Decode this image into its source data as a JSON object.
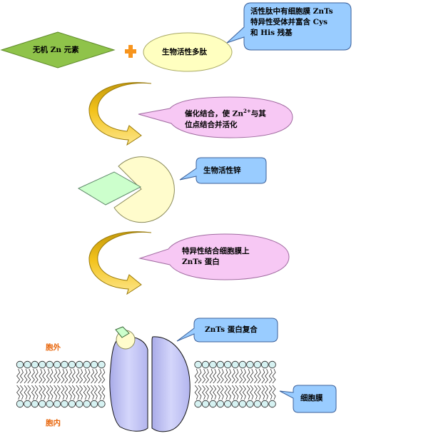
{
  "inorganic_zinc": "无机 Zn 元素",
  "bioactive_peptide": "生物活性多肽",
  "callout_peptide": {
    "line1": "活性肽中有细胞膜 ZnTs",
    "line2": "特异性受体并富含 Cys",
    "line3": "和 His 残基"
  },
  "callout_catalysis": {
    "line1_pre": "催化结合，使 Zn",
    "line1_sup": "2+",
    "line1_post": "与其",
    "line2": "位点结合并活化"
  },
  "bioactive_zinc": "生物活性锌",
  "callout_binding": {
    "line1": "特异性结合细胞膜上",
    "line2": "ZnTs 蛋白"
  },
  "znts_complex": "ZnTs 蛋白复合",
  "cell_membrane": "细胞膜",
  "extracellular": "胞外",
  "intracellular": "胞内",
  "colors": {
    "diamond": "#8fc34a",
    "plus": "#f7941d",
    "pale_yellow": "#ffffc0",
    "pink_callout": "#f7c8f4",
    "blue_callout": "#99ccff",
    "arrow_gold": "#f5c218",
    "arrow_dark": "#b8920c",
    "pacman": "#fffccc",
    "light_green": "#ccffcc",
    "protein": "#c4c6f5",
    "lipid_head": "#d6f2f2",
    "orange_label": "#e8660c"
  }
}
